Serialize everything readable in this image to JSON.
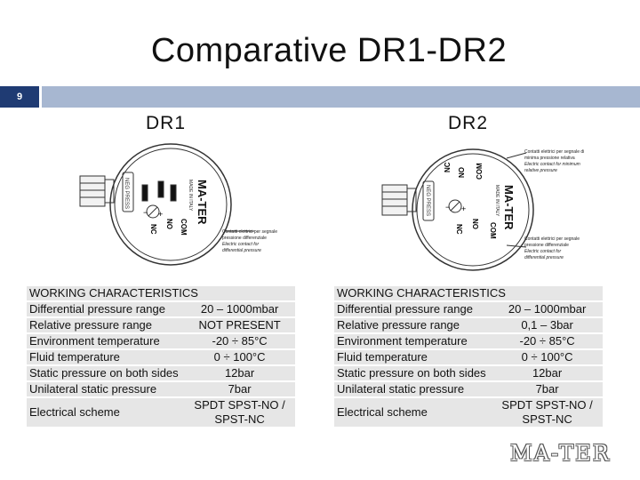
{
  "slide": {
    "title": "Comparative DR1-DR2",
    "number": "9"
  },
  "dr1": {
    "heading": "DR1",
    "device_labels": {
      "brand": "MA-TER",
      "made_in": "MADE IN ITALY",
      "neg_press": "NEG PRESS",
      "terminal_nc": "NC",
      "terminal_no": "NO",
      "terminal_com": "COM",
      "plus_sign": "+",
      "minus_sign": "−"
    },
    "annotation_lines": [
      "Contatti elettrici per segnale",
      "pressione differenziale",
      "Electric contact for",
      "differential pressure"
    ],
    "table": {
      "header": "WORKING CHARACTERISTICS",
      "rows": [
        {
          "label": "Differential pressure range",
          "value": "20 – 1000mbar"
        },
        {
          "label": "Relative pressure range",
          "value": "NOT PRESENT"
        },
        {
          "label": "Environment temperature",
          "value": "-20 ÷ 85°C"
        },
        {
          "label": "Fluid temperature",
          "value": "0 ÷ 100°C"
        },
        {
          "label": "Static pressure on both sides",
          "value": "12bar"
        },
        {
          "label": "Unilateral static pressure",
          "value": "7bar"
        },
        {
          "label": "Electrical  scheme",
          "value": "SPDT SPST-NO / SPST-NC"
        }
      ]
    }
  },
  "dr2": {
    "heading": "DR2",
    "device_labels": {
      "brand": "MA-TER",
      "made_in": "MADE IN ITALY",
      "neg_press": "NEG PRESS",
      "terminal_nc_top": "NC",
      "terminal_no_top": "NO",
      "terminal_com_top": "COM",
      "terminal_nc": "NC",
      "terminal_no": "NO",
      "terminal_com": "COM",
      "plus_sign": "+",
      "minus_sign": "−"
    },
    "annotation_top_lines": [
      "Contatti elettrici per segnale di",
      "minima pressione relativa",
      "Electric contact for minimum",
      "relative pressure"
    ],
    "annotation_bottom_lines": [
      "Contatti elettrici per segnale",
      "pressione differenziale",
      "Electric contact for",
      "differential pressure"
    ],
    "table": {
      "header": "WORKING CHARACTERISTICS",
      "rows": [
        {
          "label": "Differential pressure range",
          "value": "20 – 1000mbar"
        },
        {
          "label": "Relative pressure range",
          "value": "0,1 – 3bar"
        },
        {
          "label": "Environment temperature",
          "value": "-20 ÷ 85°C"
        },
        {
          "label": "Fluid temperature",
          "value": "0 ÷ 100°C"
        },
        {
          "label": "Static pressure on both sides",
          "value": "12bar"
        },
        {
          "label": "Unilateral static pressure",
          "value": "7bar"
        },
        {
          "label": "Electrical  scheme",
          "value": "SPDT SPST-NO / SPST-NC"
        }
      ]
    }
  },
  "logo_text": "MA-TER",
  "colors": {
    "header_bar": "#a7b7d1",
    "slide_number_box": "#1f3b73",
    "table_cell": "#e6e6e6"
  }
}
